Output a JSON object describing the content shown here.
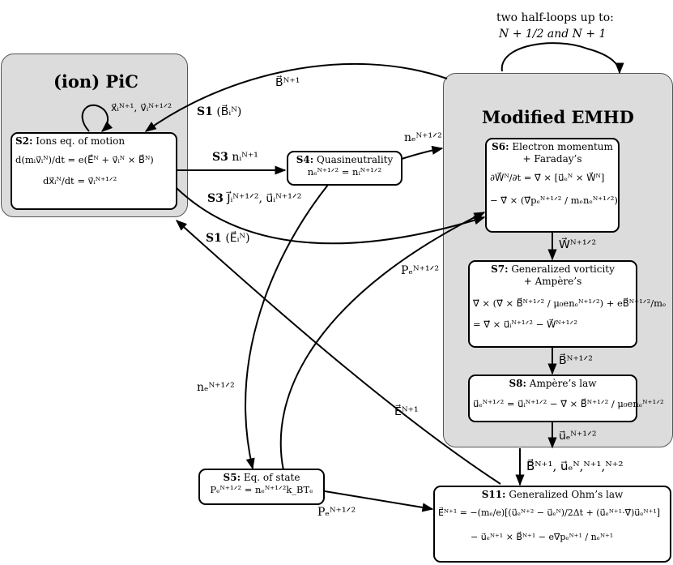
{
  "regions": {
    "pic_title": "(ion) PiC",
    "emhd_title": "Modified EMHD"
  },
  "top_note": {
    "line1": "two half-loops up to:",
    "line2": "N + 1/2 and N + 1"
  },
  "boxes": {
    "s2": {
      "tag": "S2:",
      "title": "Ions eq. of motion",
      "eq1": "d(mᵢv⃗ᵢᴺ)/dt = e(E⃗ᴺ + v⃗ᵢᴺ × B⃗ᴺ)",
      "eq2": "dx⃗ᵢᴺ/dt = v⃗ᵢᴺ⁺¹ᐟ²"
    },
    "s4": {
      "tag": "S4:",
      "title": "Quasineutrality",
      "eq1": "nₑᴺ⁺¹ᐟ² = nᵢᴺ⁺¹ᐟ²"
    },
    "s6": {
      "tag": "S6:",
      "title": "Electron momentum",
      "title2": "+ Faraday’s",
      "eq1": "∂W⃗ᴺ/∂t = ∇⃗ × [u⃗ₑᴺ × W⃗ᴺ]",
      "eq2": "− ∇⃗ × (∇⃗pₑᴺ⁺¹ᐟ² / mₑnₑᴺ⁺¹ᐟ²)"
    },
    "s7": {
      "tag": "S7:",
      "title": "Generalized vorticity",
      "title2": "+ Ampère’s",
      "eq1": "∇⃗ × (∇⃗ × B⃗ᴺ⁺¹ᐟ² / μ₀enₑᴺ⁺¹ᐟ²) + eB⃗ᴺ⁺¹ᐟ²/mₑ",
      "eq2": "= ∇⃗ × u⃗ᵢᴺ⁺¹ᐟ² − W⃗ᴺ⁺¹ᐟ²"
    },
    "s8": {
      "tag": "S8:",
      "title": "Ampère’s law",
      "eq1": "u⃗ₑᴺ⁺¹ᐟ² = u⃗ᵢᴺ⁺¹ᐟ² − ∇⃗ × B⃗ᴺ⁺¹ᐟ² / μ₀enₑᴺ⁺¹ᐟ²"
    },
    "s5": {
      "tag": "S5:",
      "title": "Eq. of state",
      "eq1": "Pₑᴺ⁺¹ᐟ² = nₑᴺ⁺¹ᐟ²k_BTₑ"
    },
    "s11": {
      "tag": "S11:",
      "title": "Generalized Ohm’s law",
      "eq1": "E⃗ᴺ⁺¹ = −(mₑ/e)[(u⃗ₑᴺ⁺² − u⃗ₑᴺ)/2Δt + (u⃗ₑᴺ⁺¹·∇⃗)u⃗ₑᴺ⁺¹]",
      "eq2": "− u⃗ₑᴺ⁺¹ × B⃗ᴺ⁺¹ − e∇⃗pₑᴺ⁺¹ / nₑᴺ⁺¹"
    }
  },
  "labels": {
    "b_n1_top": "B⃗ᴺ⁺¹",
    "s1_b": "S1",
    "s1_b_sym": "(B⃗ᵢᴺ)",
    "self_loop": "x⃗ᵢᴺ⁺¹, v⃗ᵢᴺ⁺¹ᐟ²",
    "s3_n": "S3",
    "s3_n_sym": "nᵢᴺ⁺¹",
    "s3_j": "S3",
    "s3_j_sym": "J⃗ᵢᴺ⁺¹ᐟ², u⃗ᵢᴺ⁺¹ᐟ²",
    "s1_e": "S1",
    "s1_e_sym": "(E⃗ᵢᴺ)",
    "ne_s4_out": "nₑᴺ⁺¹ᐟ²",
    "pe_to_s6": "Pₑᴺ⁺¹ᐟ²",
    "ne_to_s5": "nₑᴺ⁺¹ᐟ²",
    "e_n1": "E⃗ᴺ⁺¹",
    "w_n12": "W⃗ᴺ⁺¹ᐟ²",
    "b_n12": "B⃗ᴺ⁺¹ᐟ²",
    "ue_n12": "u⃗ₑᴺ⁺¹ᐟ²",
    "b_ue_out": "B⃗ᴺ⁺¹, u⃗ₑᴺ,ᴺ⁺¹,ᴺ⁺²",
    "pe_to_s11": "Pₑᴺ⁺¹ᐟ²"
  }
}
